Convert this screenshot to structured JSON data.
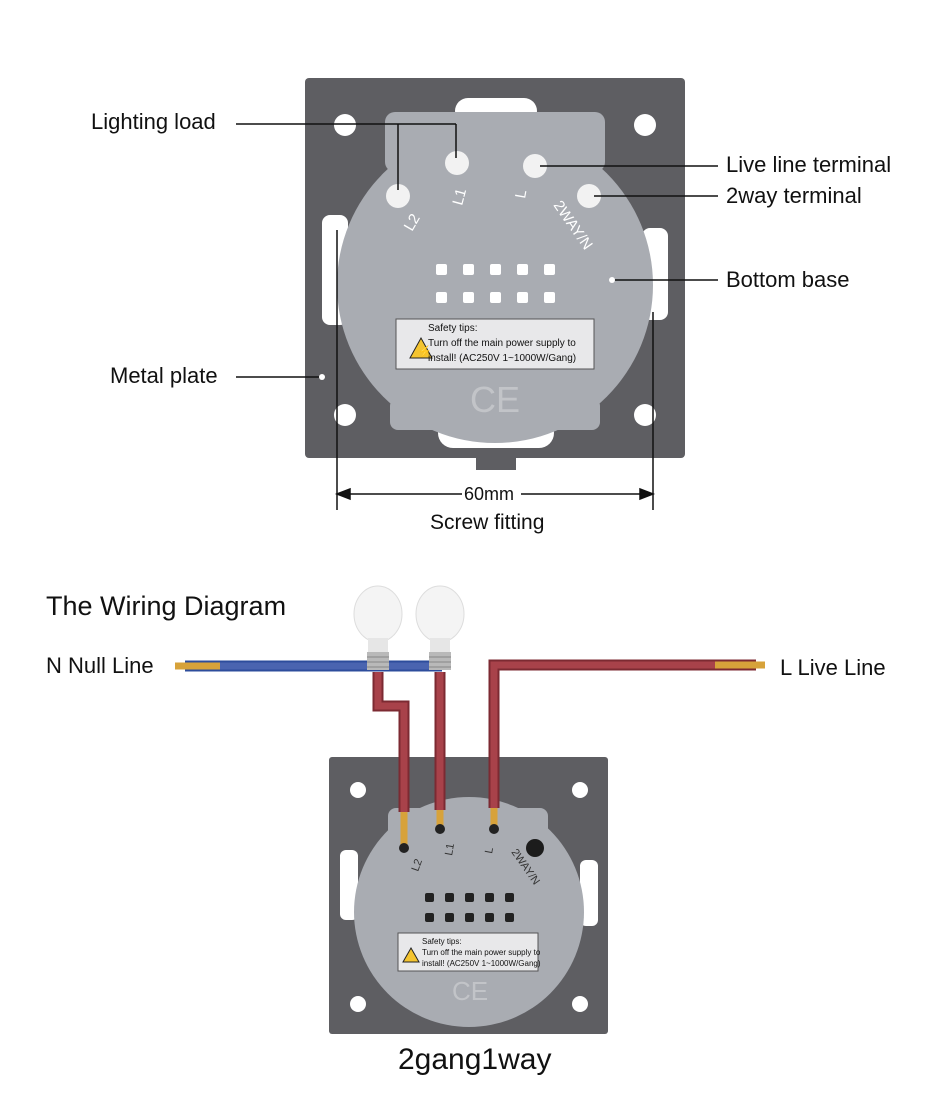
{
  "callouts": {
    "lighting_load": "Lighting load",
    "live_line_terminal": "Live line terminal",
    "two_way_terminal": "2way terminal",
    "bottom_base": "Bottom base",
    "metal_plate": "Metal plate"
  },
  "dimension": {
    "value": "60mm",
    "caption": "Screw fitting"
  },
  "terminals": {
    "l2": "L2",
    "l1": "L1",
    "l": "L",
    "two_way_n": "2WAY/N"
  },
  "safety_label": {
    "heading": "Safety tips:",
    "line1": "Turn off the main power supply to",
    "line2": "install! (AC250V  1~1000W/Gang)"
  },
  "ce_mark": "CE",
  "wiring": {
    "title": "The Wiring Diagram",
    "null_line": "N Null Line",
    "live_line": "L Live Line",
    "model": "2gang1way"
  },
  "colors": {
    "plate": "#5e5e62",
    "base": "#a9acb2",
    "neutral_wire": "#4a64b0",
    "live_wire": "#a8424a",
    "copper": "#d7a23a"
  }
}
